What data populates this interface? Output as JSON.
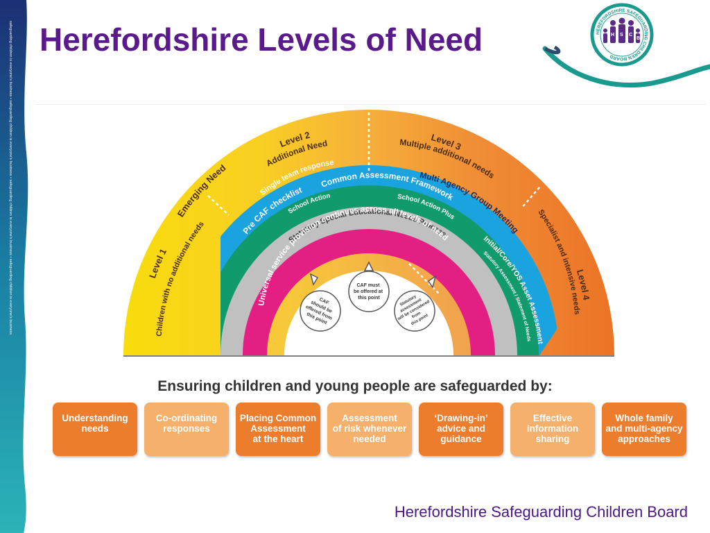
{
  "slide": {
    "title": "Herefordshire Levels of Need",
    "footer": "Herefordshire Safeguarding Children Board",
    "subtitle": "Ensuring children and young people are safeguarded by:"
  },
  "logo": {
    "ring_text": "HEREFORDSHIRE SAFEGUARDING CHILDREN BOARD",
    "letters": [
      "H",
      "S",
      "C",
      "B"
    ]
  },
  "side_banner": {
    "text": "safeguarding children is everyone's business  •  safeguarding children is everyone's business  •  safeguarding children is everyone's business  •  safeguarding children is everyone's business"
  },
  "rainbow": {
    "levels": [
      {
        "title": "Level 1",
        "subtitle": "Children with no additional needs"
      },
      {
        "title": "Emerging Need",
        "subtitle": ""
      },
      {
        "title": "Level 2",
        "subtitle": "Additional Need"
      },
      {
        "title": "Level 3",
        "subtitle": "Multiple additional needs"
      },
      {
        "title": "Level 4",
        "subtitle": "Specialist and intensive needs"
      }
    ],
    "bands": {
      "single_team": "Single team response",
      "multi_agency": "Multi Agency Group Meeting",
      "pre_caf": "Pre CAF checklist",
      "caf": "Common Assessment Framework",
      "school_action": "School Action",
      "school_action_plus": "School Action Plus",
      "initial_core": "Initial/Core/YOS Asset Assessment",
      "statutory_statement": "Statutory Assessment / Statement of Needs",
      "statutory_sen": "Statutory Special Educational Needs Process",
      "universal": "Universal service provision continues across all  levels of need"
    },
    "bubbles": [
      {
        "text": "CAF should be offered from this point"
      },
      {
        "text": "CAF must be offered at this point"
      },
      {
        "text": "Statutory assessment will be considered from this point"
      }
    ]
  },
  "boxes": [
    {
      "label": "Understanding\nneeds",
      "style": "dark"
    },
    {
      "label": "Co-ordinating\nresponses",
      "style": "light"
    },
    {
      "label": "Placing Common\nAssessment\nat the heart",
      "style": "dark"
    },
    {
      "label": "Assessment\nof risk whenever\nneeded",
      "style": "light"
    },
    {
      "label": "‘Drawing-in’\nadvice and\nguidance",
      "style": "dark"
    },
    {
      "label": "Effective\ninformation\nsharing",
      "style": "light"
    },
    {
      "label": "Whole family\nand multi-agency\napproaches",
      "style": "dark"
    }
  ],
  "colors": {
    "title": "#5b1a8b",
    "footer": "#4b1685",
    "box_dark": "#ec7d2c",
    "box_light": "#f5b06b",
    "level_blue": "#1aa3de",
    "level_green": "#119a6c",
    "level_grey": "#c0c0c0",
    "level_magenta": "#e41f84",
    "logo_teal": "#1a9a8f",
    "logo_purple": "#5a2a87"
  }
}
